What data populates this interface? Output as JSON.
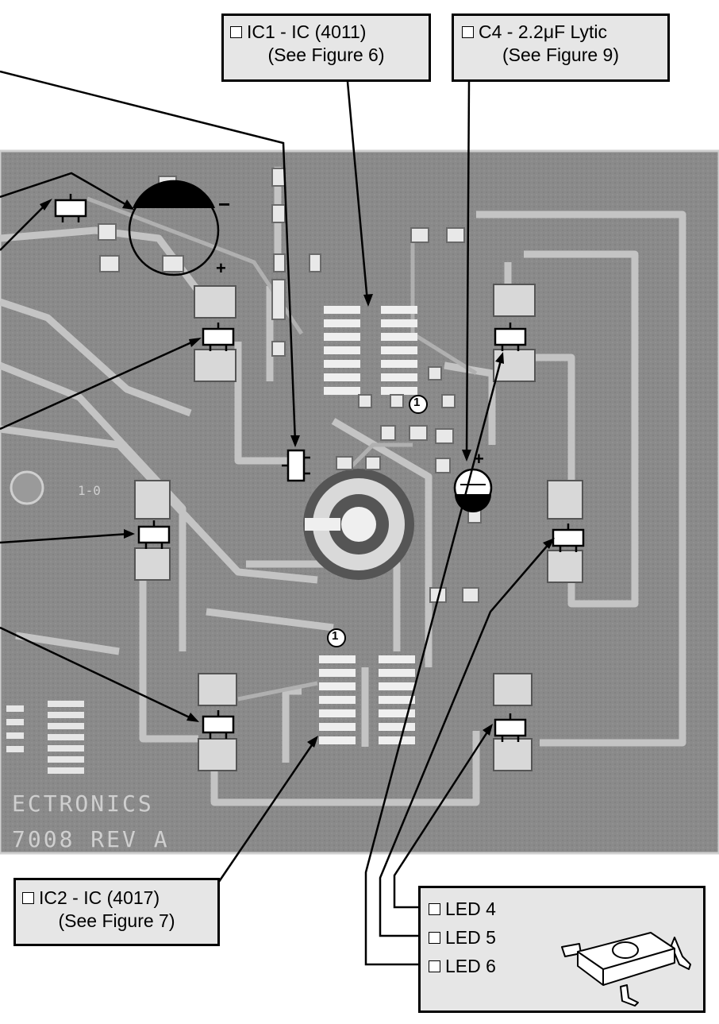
{
  "figure": {
    "callouts": {
      "ic1": {
        "line1": "IC1 - IC (4011)",
        "line2": "(See Figure 6)"
      },
      "c4": {
        "line1": "C4 - 2.2μF Lytic",
        "line2": "(See Figure 9)"
      },
      "ic2": {
        "line1": "IC2 - IC (4017)",
        "line2": "(See Figure 7)"
      },
      "leds": [
        "LED 4",
        "LED 5",
        "LED 6"
      ]
    },
    "pcb": {
      "silkscreen_line1": "ECTRONICS",
      "silkscreen_line2": "7008 REV A",
      "silkscreen_small": "1-0",
      "pin1_markers": [
        "1",
        "1"
      ],
      "polarity_plus": [
        "+",
        "+"
      ],
      "polarity_minus": "−"
    },
    "colors": {
      "board": "#8a8a8a",
      "trace": "#c4c4c4",
      "pad": "#efefef",
      "callout_fill": "#e6e6e6",
      "outline": "#000000"
    }
  }
}
